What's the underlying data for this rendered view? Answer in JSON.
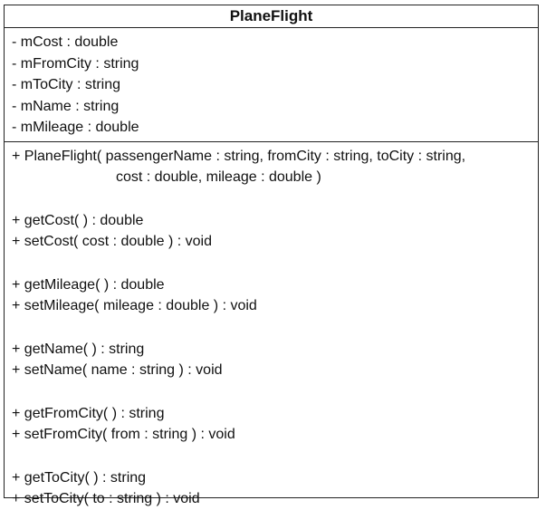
{
  "class_box": {
    "name": "PlaneFlight",
    "attributes": [
      "- mCost : double",
      "- mFromCity : string",
      "- mToCity : string",
      "- mName : string",
      "- mMileage : double"
    ],
    "operations": {
      "constructor": {
        "line1": "+ PlaneFlight( passengerName : string, fromCity : string, toCity : string,",
        "line2": "cost : double, mileage : double )"
      },
      "cost": {
        "getter": "+ getCost( ) : double",
        "setter": "+ setCost( cost : double ) : void"
      },
      "mileage": {
        "getter": "+ getMileage( ) : double",
        "setter": "+ setMileage( mileage : double ) : void"
      },
      "name": {
        "getter": "+ getName( ) : string",
        "setter": "+ setName( name : string ) : void"
      },
      "from_city": {
        "getter": "+ getFromCity( ) : string",
        "setter": "+ setFromCity( from : string ) : void"
      },
      "to_city": {
        "getter": "+ getToCity( ) : string",
        "setter": "+ setToCity( to : string ) : void"
      }
    }
  }
}
